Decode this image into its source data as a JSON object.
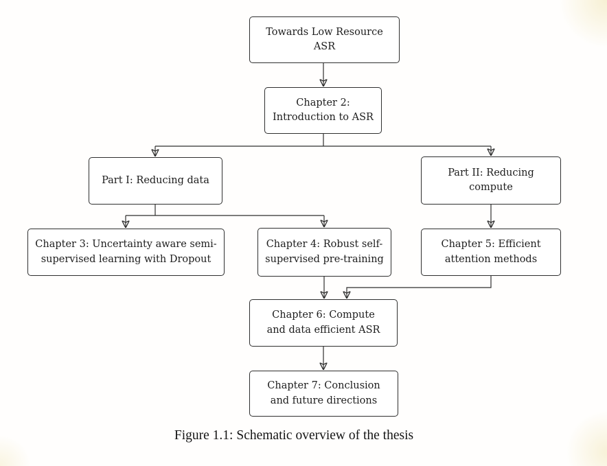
{
  "figure": {
    "caption": "Figure 1.1: Schematic overview of the thesis"
  },
  "diagram": {
    "type": "flowchart",
    "nodes": {
      "root": {
        "label": "Towards Low Resource ASR"
      },
      "ch2": {
        "label": "Chapter 2:\nIntroduction to ASR"
      },
      "part1": {
        "label": "Part I: Reducing data"
      },
      "part2": {
        "label": "Part II: Reducing compute"
      },
      "ch3": {
        "label": "Chapter 3: Uncertainty aware semi-\nsupervised learning with Dropout"
      },
      "ch4": {
        "label": "Chapter 4: Robust self-\nsupervised pre-training"
      },
      "ch5": {
        "label": "Chapter 5: Efficient\nattention methods"
      },
      "ch6": {
        "label": "Chapter 6: Compute\nand data efficient ASR"
      },
      "ch7": {
        "label": "Chapter 7: Conclusion\nand future directions"
      }
    },
    "edges": [
      {
        "from": "root",
        "to": "ch2"
      },
      {
        "from": "ch2",
        "to": "part1"
      },
      {
        "from": "ch2",
        "to": "part2"
      },
      {
        "from": "part1",
        "to": "ch3"
      },
      {
        "from": "part1",
        "to": "ch4"
      },
      {
        "from": "part2",
        "to": "ch5"
      },
      {
        "from": "ch4",
        "to": "ch6"
      },
      {
        "from": "ch5",
        "to": "ch6"
      },
      {
        "from": "ch6",
        "to": "ch7"
      }
    ],
    "colors": {
      "line": "#2e2e2e",
      "box_border": "#2e2e2e",
      "box_fill": "#ffffff",
      "text": "#1d1d1d",
      "background": "#fffefd"
    }
  }
}
